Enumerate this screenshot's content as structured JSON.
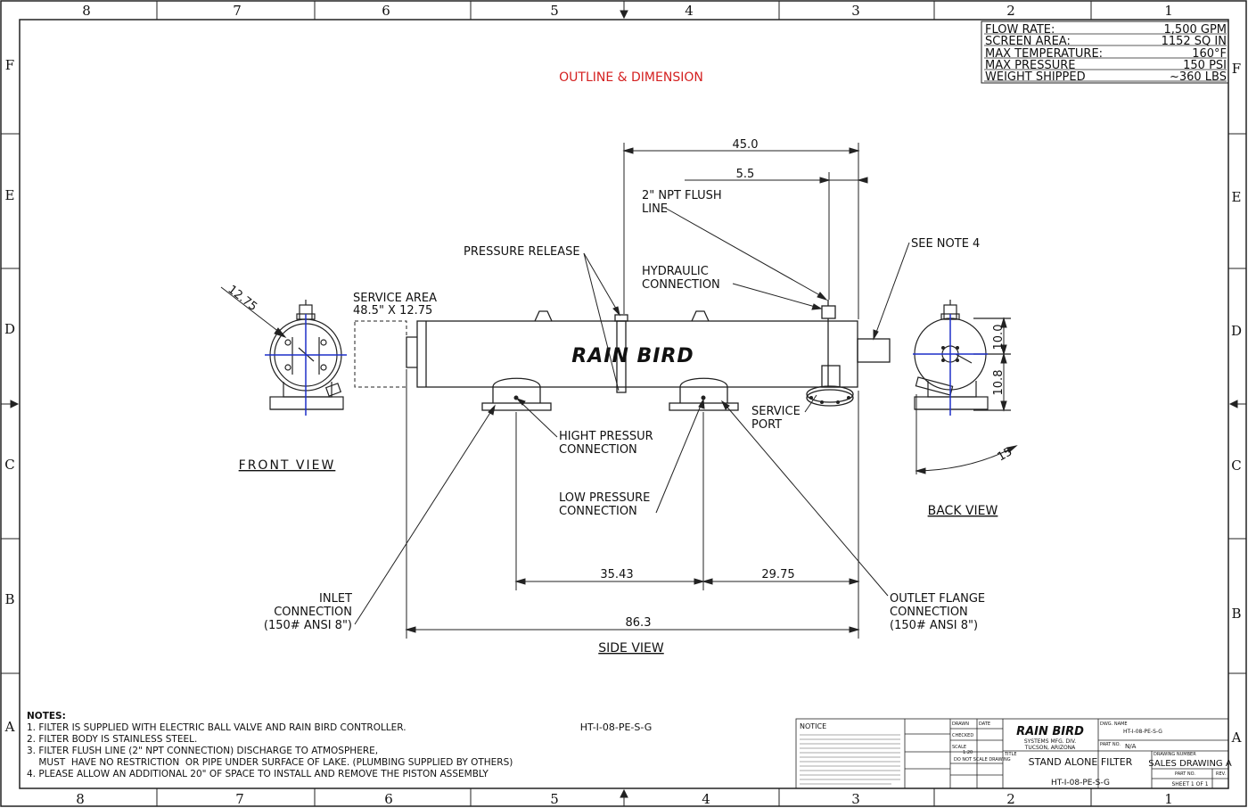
{
  "sheet": {
    "title": "OUTLINE & DIMENSION",
    "zone_columns": [
      "8",
      "7",
      "6",
      "5",
      "4",
      "3",
      "2",
      "1"
    ],
    "zone_rows": [
      "F",
      "E",
      "D",
      "C",
      "B",
      "A"
    ]
  },
  "specs": [
    {
      "label": "FLOW RATE:",
      "value": "1,500 GPM"
    },
    {
      "label": "SCREEN AREA:",
      "value": "1152 SQ IN"
    },
    {
      "label": "MAX TEMPERATURE:",
      "value": "160°F"
    },
    {
      "label": "MAX PRESSURE",
      "value": "150 PSI"
    },
    {
      "label": "WEIGHT SHIPPED",
      "value": "~360 LBS"
    }
  ],
  "views": {
    "front": "FRONT VIEW",
    "side": "SIDE VIEW",
    "back": "BACK VIEW"
  },
  "dimensions": {
    "d45": "45.0",
    "d5_5": "5.5",
    "d12_75": "12.75",
    "d10_0": "10.0",
    "d10_8": "10.8",
    "d15": "15",
    "d35_43": "35.43",
    "d29_75": "29.75",
    "d86_3": "86.3"
  },
  "callouts": {
    "flush_line_1": "2\" NPT FLUSH",
    "flush_line_2": "LINE",
    "pressure_release": "PRESSURE RELEASE",
    "hydraulic_1": "HYDRAULIC",
    "hydraulic_2": "CONNECTION",
    "see_note": "SEE NOTE 4",
    "service_area_1": "SERVICE AREA",
    "service_area_2": "48.5\" X 12.75",
    "service_port_1": "SERVICE",
    "service_port_2": "PORT",
    "high_pressure_1": "HIGHT PRESSUR",
    "high_pressure_2": "CONNECTION",
    "low_pressure_1": "LOW PRESSURE",
    "low_pressure_2": "CONNECTION",
    "inlet_1": "INLET",
    "inlet_2": "CONNECTION",
    "inlet_3": "(150# ANSI 8\")",
    "outlet_1": "OUTLET FLANGE",
    "outlet_2": "CONNECTION",
    "outlet_3": "(150# ANSI 8\")"
  },
  "brand": "RAIN BIRD",
  "notes": {
    "heading": "NOTES:",
    "items": [
      "1. FILTER IS SUPPLIED WITH ELECTRIC BALL VALVE AND RAIN BIRD CONTROLLER.",
      "2. FILTER BODY IS STAINLESS STEEL.",
      "3. FILTER FLUSH LINE (2\" NPT CONNECTION) DISCHARGE TO ATMOSPHERE,",
      "    MUST  HAVE NO RESTRICTION  OR PIPE UNDER SURFACE OF LAKE. (PLUMBING SUPPLIED BY OTHERS)",
      "4. PLEASE ALLOW AN ADDITIONAL 20\" OF SPACE TO INSTALL AND REMOVE THE PISTON ASSEMBLY"
    ]
  },
  "drawing_code": "HT-I-08-PE-S-G",
  "title_block": {
    "notice": "NOTICE",
    "company": "SYSTEMS MFG. DIV.",
    "city": "TUCSON, ARIZONA",
    "title_label": "TITLE",
    "title": "STAND ALONE FILTER",
    "dwg_name": "HT-I-08-PE-S-G",
    "dwg_number_value": "HT-I-08-PE-S-G",
    "drawing_number_label": "DRAWING NUMBER",
    "sales_drawing": "SALES DRAWING A",
    "part_no": "N/A",
    "sheet": "SHEET 1 OF 1",
    "dwg_name_label": "DWG. NAME",
    "part_no_label": "PART NO.",
    "rev_label": "REV.",
    "do_not_scale": "DO NOT SCALE DRAWING",
    "scale_label": "SCALE",
    "scale": "1:20",
    "drawn_label": "DRAWN",
    "date_label": "DATE",
    "checked_label": "CHECKED"
  }
}
